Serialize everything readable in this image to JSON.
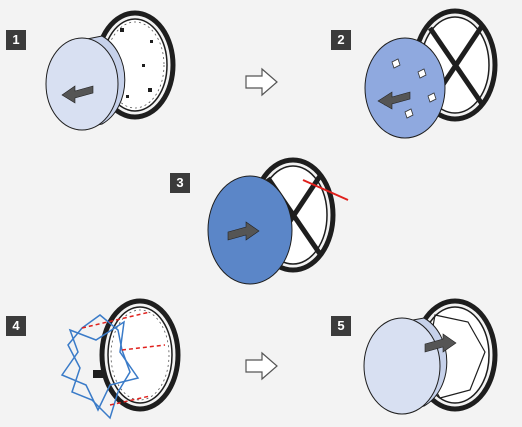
{
  "steps": [
    {
      "number": "1"
    },
    {
      "number": "2"
    },
    {
      "number": "3"
    },
    {
      "number": "4"
    },
    {
      "number": "5"
    }
  ],
  "colors": {
    "background": "#f3f3f3",
    "lid_light": "#d8e0f2",
    "lid_medium": "#8fa9df",
    "lid_dark": "#5b86c8",
    "frame": "#1e1e1e",
    "cut_line": "#e0201c",
    "guide_dash": "#e0201c",
    "cover_outline": "#3a7bc8",
    "badge": "#3b3b3b"
  },
  "icons": [
    "hollow-arrow-right-icon",
    "hollow-arrow-right-icon"
  ]
}
